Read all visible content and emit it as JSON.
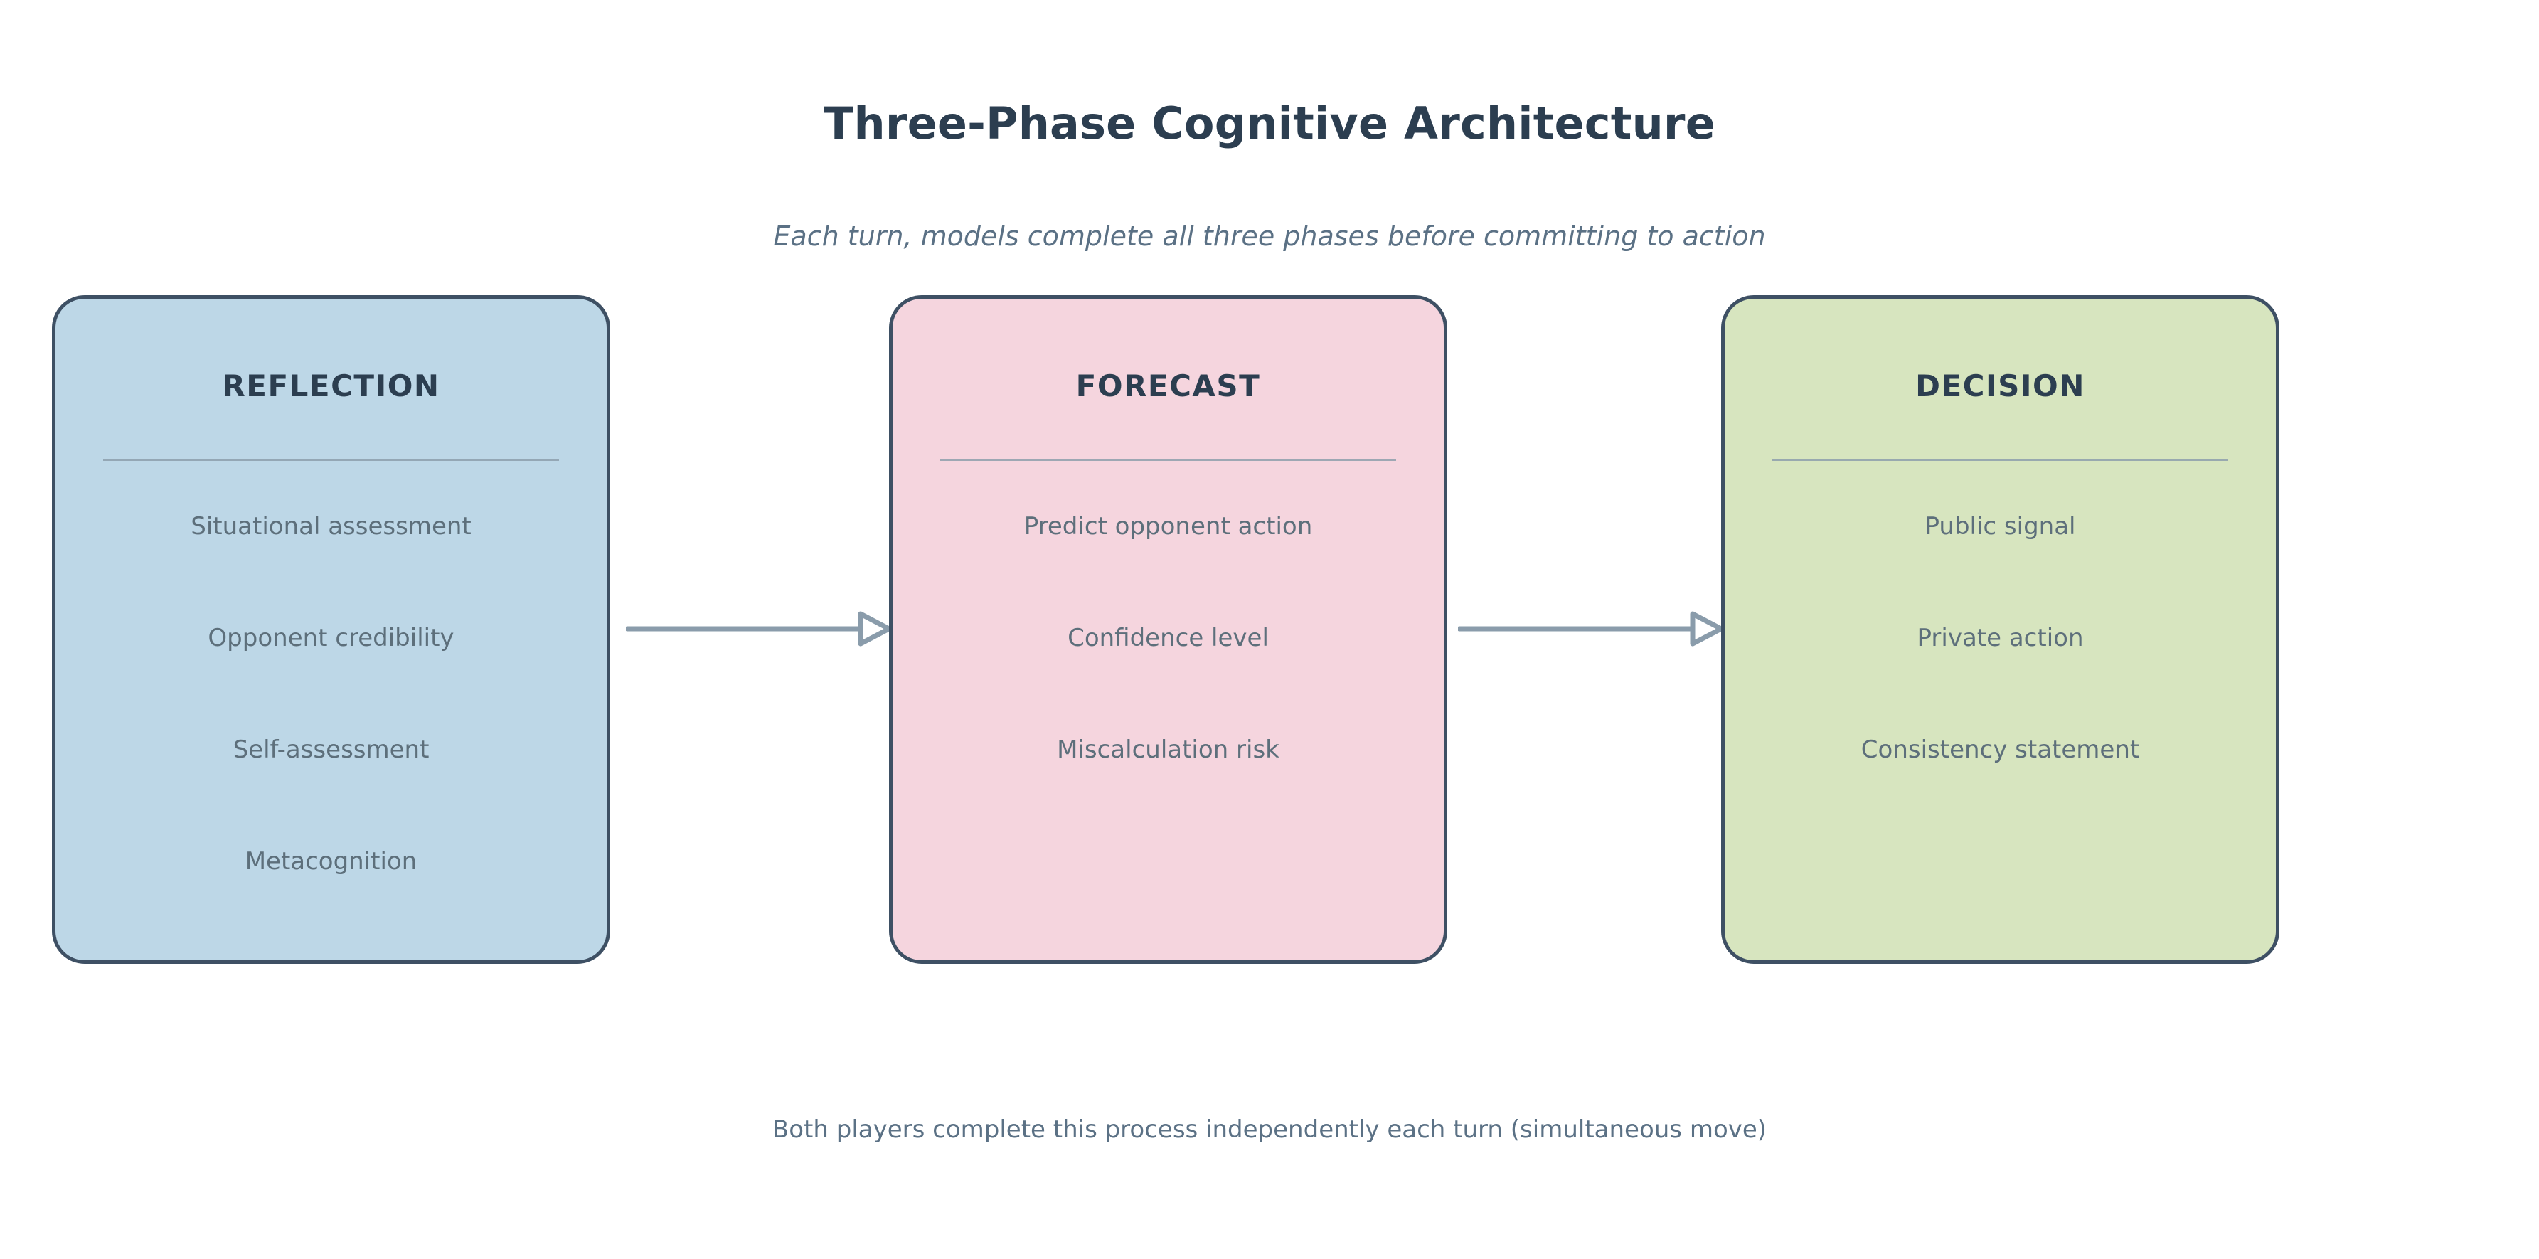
{
  "header": {
    "title": "Three-Phase Cognitive Architecture",
    "subtitle": "Each turn, models complete all three phases before committing to action"
  },
  "footer": {
    "note": "Both players complete this process independently each turn (simultaneous move)"
  },
  "colors": {
    "reflection_fill": "#bdd7e7",
    "forecast_fill": "#f5d5de",
    "decision_fill": "#d7e5bf",
    "box_border": "#3e5064",
    "heading_text": "#2c3e50",
    "item_text": "#5d6f7b",
    "subtitle_text": "#5b7185",
    "arrow": "#8a9cab",
    "divider": "#8d9fab"
  },
  "phases": [
    {
      "heading": "REFLECTION",
      "items": [
        "Situational assessment",
        "Opponent credibility",
        "Self-assessment",
        "Metacognition"
      ]
    },
    {
      "heading": "FORECAST",
      "items": [
        "Predict opponent action",
        "Confidence level",
        "Miscalculation risk"
      ]
    },
    {
      "heading": "DECISION",
      "items": [
        "Public signal",
        "Private action",
        "Consistency statement"
      ]
    }
  ],
  "arrows": [
    {
      "name": "reflection-to-forecast"
    },
    {
      "name": "forecast-to-decision"
    }
  ]
}
